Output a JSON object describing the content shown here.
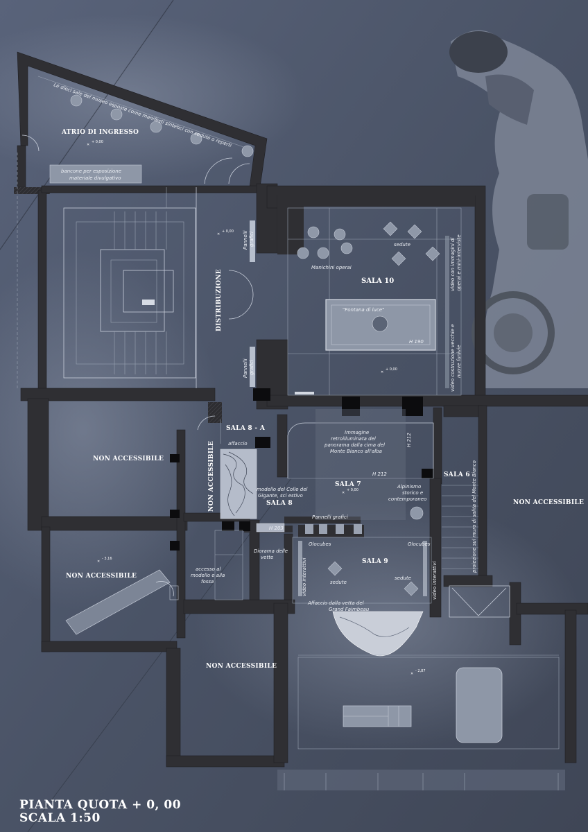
{
  "rooms": {
    "atrio": "ATRIO DI INGRESSO",
    "distribuzione": "DISTRIBUZIONE",
    "sala10": "SALA 10",
    "sala8a": "SALA 8 - A",
    "sala8": "SALA 8",
    "sala7": "SALA 7",
    "sala6": "SALA 6",
    "sala9": "SALA 9",
    "non_accessibile": "NON ACCESSIBILE"
  },
  "notes": {
    "atrio_wall": "Le dieci sale del museo esposte come manifesti sintetici con sedute o reperti",
    "bancone_1": "bancone per esposizione",
    "bancone_2": "materiale divulgativo",
    "pannelli": "Pannelli",
    "grafici": "grafici",
    "sedute": "sedute",
    "manichini": "Manichini operai",
    "fontana": "\"Fontana di luce\"",
    "h190": "H 190",
    "video_right_1": "video con immagini di",
    "video_right_2": "operai e mini-interviste",
    "video_costr_1": "video costruzione vecchie e",
    "video_costr_2": "nuove funivie",
    "immagine_1": "Immagine",
    "immagine_2": "retroilluminata del",
    "immagine_3": "panorama dalla cima del",
    "immagine_4": "Monte Bianco all'alba",
    "h212": "H 212",
    "affaccio": "affaccio",
    "modello_1": "modello del Colle del",
    "modello_2": "Gigante, sci estivo",
    "alpinismo_1": "Alpinismo",
    "alpinismo_2": "storico e",
    "alpinismo_3": "contemporaneo",
    "pannelli_grafici": "Pannelli grafici",
    "h203": "H 203",
    "olocubes": "Olocubes",
    "diorama_1": "Diorama delle",
    "diorama_2": "vette",
    "accesso_1": "accesso al",
    "accesso_2": "modello e alla",
    "accesso_3": "fossa",
    "video_interattivi": "video interattivi",
    "affaccio_vetta_1": "Affaccio dalla vetta del",
    "affaccio_vetta_2": "Grand Faimbeau",
    "proiezione": "proiezione sul muro di salita del Monte Bianco"
  },
  "levels": {
    "zero": "+ 0,00",
    "l316": "- 3,16",
    "l287": "- 2,87"
  },
  "footer": {
    "line1": "PIANTA QUOTA + 0, 00",
    "line2": "SCALA 1:50"
  }
}
